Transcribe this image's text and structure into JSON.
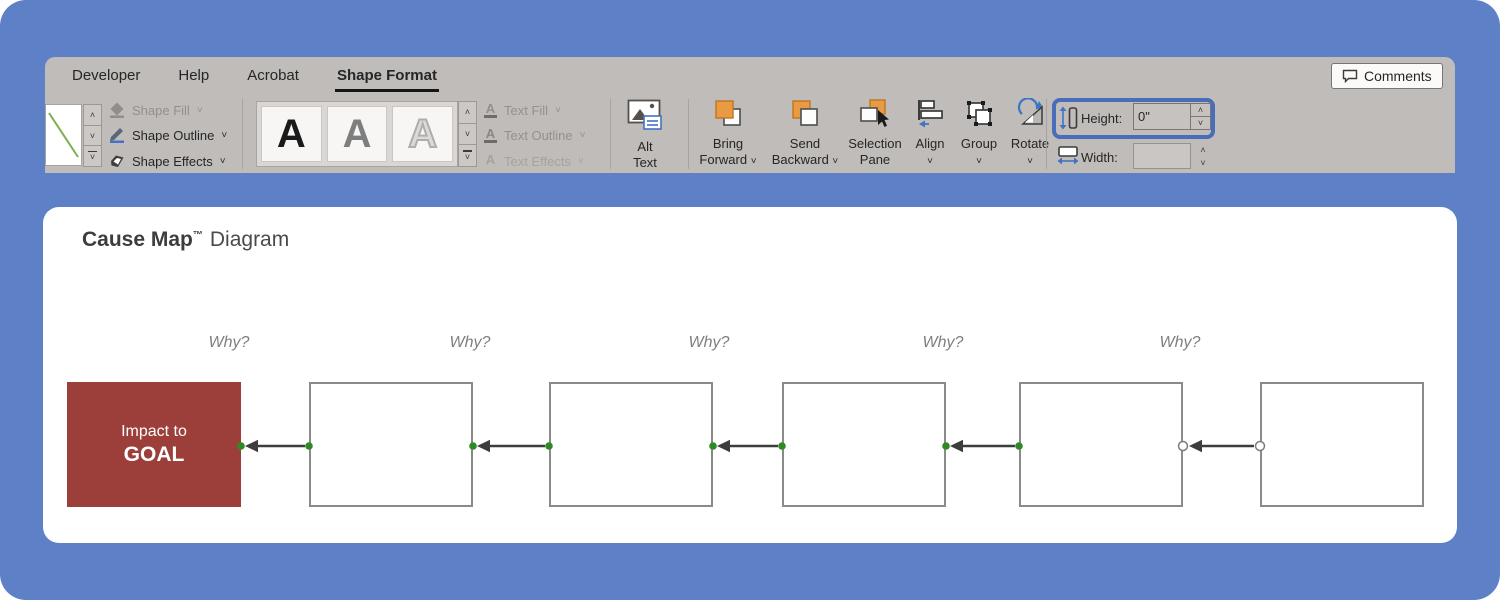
{
  "ribbon": {
    "tabs": [
      {
        "label": "Developer",
        "active": false
      },
      {
        "label": "Help",
        "active": false
      },
      {
        "label": "Acrobat",
        "active": false
      },
      {
        "label": "Shape Format",
        "active": true
      }
    ],
    "comments_button": "Comments",
    "glyphs": {
      "dropdown_caret": "˅",
      "spinner_up": "˄",
      "spinner_down": "˅",
      "gallery_up": "˄",
      "gallery_down": "˅",
      "letter_icon": "A"
    },
    "shape_styles": {
      "fill": "Shape Fill",
      "outline": "Shape Outline",
      "effects": "Shape Effects"
    },
    "wordart": {
      "samples": [
        "A",
        "A",
        "A"
      ]
    },
    "text_styles": {
      "fill": "Text Fill",
      "outline": "Text Outline",
      "effects": "Text Effects"
    },
    "alt_text": {
      "line1": "Alt",
      "line2": "Text"
    },
    "arrange": {
      "bring_forward": {
        "line1": "Bring",
        "line2": "Forward"
      },
      "send_backward": {
        "line1": "Send",
        "line2": "Backward"
      },
      "selection_pane": {
        "line1": "Selection",
        "line2": "Pane"
      },
      "align": "Align",
      "group": "Group",
      "rotate": "Rotate"
    },
    "size": {
      "height_label": "Height:",
      "height_value": "0\"",
      "width_label": "Width:",
      "width_value": ""
    }
  },
  "diagram": {
    "title": {
      "brand": "Cause Map",
      "trademark": "™",
      "suffix": "Diagram"
    },
    "why_labels": [
      "Why?",
      "Why?",
      "Why?",
      "Why?",
      "Why?"
    ],
    "boxes": [
      {
        "type": "impact",
        "line1": "Impact to",
        "line2": "GOAL"
      },
      {
        "type": "cause",
        "text": ""
      },
      {
        "type": "cause",
        "text": ""
      },
      {
        "type": "cause",
        "text": ""
      },
      {
        "type": "cause",
        "text": ""
      },
      {
        "type": "cause",
        "text": ""
      }
    ],
    "connectors": [
      {
        "from_box": 2,
        "to_box": 1,
        "direction": "left",
        "endpoints": "connected-green"
      },
      {
        "from_box": 3,
        "to_box": 2,
        "direction": "left",
        "endpoints": "connected-green"
      },
      {
        "from_box": 4,
        "to_box": 3,
        "direction": "left",
        "endpoints": "connected-green"
      },
      {
        "from_box": 5,
        "to_box": 4,
        "direction": "left",
        "endpoints": "connected-green"
      },
      {
        "from_box": 6,
        "to_box": 5,
        "direction": "left",
        "endpoints": "unconnected-hollow"
      }
    ]
  },
  "colors": {
    "page_background_blue": "#5d80c6",
    "ribbon_gray": "#bfbcb9",
    "selection_highlight_blue": "#4a6db9",
    "impact_box_red": "#9c3f3b",
    "connector_dot_green": "#2e8b24",
    "arrow_gray": "#3d3d3d",
    "arrange_icon_orange": "#e89a45",
    "accent_icon_blue": "#4472c4"
  }
}
